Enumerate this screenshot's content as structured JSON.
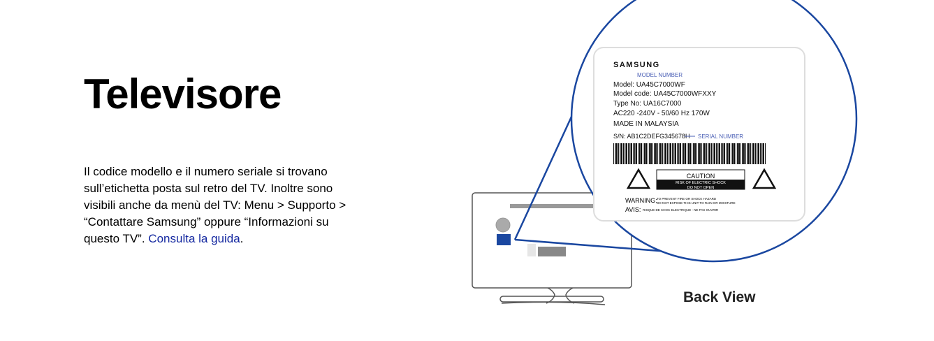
{
  "heading": "Televisore",
  "description": {
    "text": "Il codice modello e il numero seriale si trovano sull’etichetta posta sul retro del TV. Inoltre sono visibili anche da menù del TV: Menu > Supporto > “Contattare Samsung” oppure “Informazioni su questo TV”. ",
    "link": "Consulta la guida",
    "suffix": "."
  },
  "label": {
    "brand": "SAMSUNG",
    "model_number_callout": "MODEL NUMBER",
    "model": "Model: UA45C7000WF",
    "model_code": "Model code: UA45C7000WFXXY",
    "type_no": "Type No: UA16C7000",
    "power": "AC220 -240V - 50/60 Hz 170W",
    "origin": "MADE IN MALAYSIA",
    "serial": "S/N: AB1C2DEFG345678H",
    "serial_number_callout": "SERIAL NUMBER",
    "caution": "CAUTION",
    "caution_line1": "RISK OF ELECTRIC SHOCK",
    "caution_line2": "DO NOT OPEN",
    "warning": "WARNING:",
    "warning_line1": "TO PREVENT FIRE OR SHOCK HAZARD",
    "warning_line2": "DO NOT EXPOSE THIS UNIT TO RAIN OR MOISTURE",
    "avis": "AVIS:",
    "avis_text": "RISQUE DE CHOC ELECTRIQUE - NE PAS OUVRIR"
  },
  "caption": "Back View",
  "colors": {
    "accent": "#1a47a0",
    "link": "#1428a0",
    "callout": "#4a5fb5"
  }
}
